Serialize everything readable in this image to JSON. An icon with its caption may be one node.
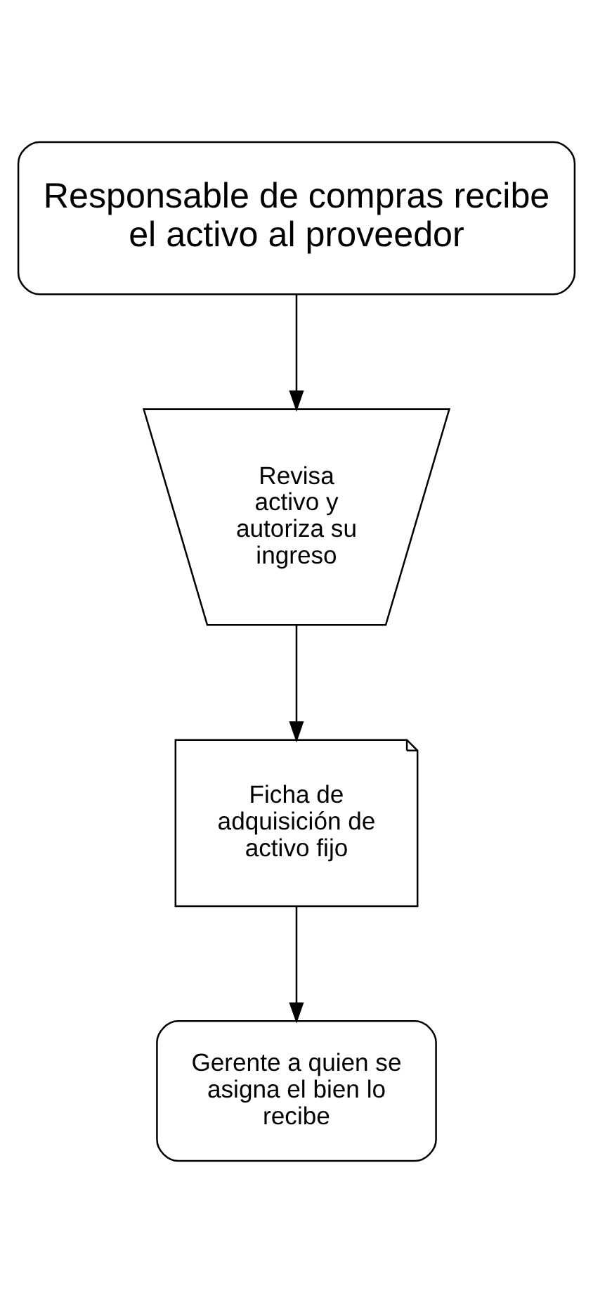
{
  "diagram": {
    "nodes": [
      {
        "text": [
          "Responsable de compras recibe el activo al proveedor"
        ]
      },
      {
        "text": [
          "Revisa activo y autoriza su ingreso"
        ]
      },
      {
        "text": [
          "Ficha de adquisición de activo fijo"
        ]
      },
      {
        "text": [
          "Gerente a quien se asigna el bien lo recibe"
        ]
      }
    ],
    "edges": [
      {
        "from": 0,
        "to": 1,
        "arrow": "to"
      },
      {
        "from": 1,
        "to": 2,
        "arrow": "to"
      },
      {
        "from": 2,
        "to": 3,
        "arrow": "to"
      }
    ]
  }
}
